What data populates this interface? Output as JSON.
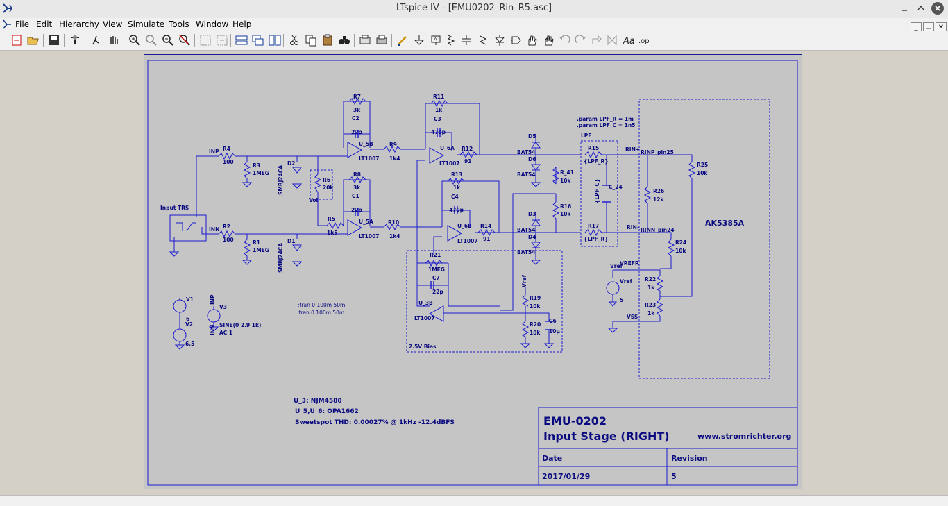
{
  "window": {
    "title": "LTspice IV - [EMU0202_Rin_R5.asc]"
  },
  "menu": [
    {
      "label": "File",
      "u": "F"
    },
    {
      "label": "Edit",
      "u": "E"
    },
    {
      "label": "Hierarchy",
      "u": "H"
    },
    {
      "label": "View",
      "u": "V"
    },
    {
      "label": "Simulate",
      "u": "S"
    },
    {
      "label": "Tools",
      "u": "T"
    },
    {
      "label": "Window",
      "u": "W"
    },
    {
      "label": "Help",
      "u": "H"
    }
  ],
  "colors": {
    "wire": "#1a1ad0",
    "text": "#0a0a80",
    "sheet": "#c5c5c5",
    "frame": "#1a1aa0"
  },
  "toolbar_icons": [
    "new-schematic-icon",
    "open-icon",
    "save-icon",
    "control-panel-icon",
    "run-icon",
    "halt-icon",
    "zoom-in-icon",
    "pan-icon",
    "zoom-out-icon",
    "zoom-fit-icon",
    "autorange-icon",
    "cursor-icon",
    "tile-horizontal-icon",
    "cascade-icon",
    "tile-vertical-icon",
    "cut-icon",
    "copy-icon",
    "paste-icon",
    "find-icon",
    "print-preview-icon",
    "print-icon",
    "draw-wire-icon",
    "ground-icon",
    "label-net-icon",
    "resistor-icon",
    "capacitor-icon",
    "inductor-icon",
    "diode-icon",
    "component-icon",
    "move-icon",
    "drag-icon",
    "undo-icon",
    "redo-icon",
    "rotate-icon",
    "mirror-icon",
    "text-icon",
    "spice-directive-icon"
  ],
  "schematic": {
    "labels": {
      "r7": "R7",
      "r7v": "3k",
      "c2": "C2",
      "c2v": "22p",
      "u5b": "U_5B",
      "lt1007a": "LT1007",
      "r11": "R11",
      "r11v": "1k",
      "c3": "C3",
      "c3v": "470p",
      "u6a": "U_6A",
      "lt1007b": "LT1007",
      "r12": "R12",
      "r12v": "91",
      "r9": "R9",
      "r9v": "1k4",
      "inp": "INP",
      "r4": "R4",
      "r4v": "100",
      "r3": "R3",
      "r3v": "1MEG",
      "d2": "D2",
      "smbj1": "SMBJ24CA",
      "r6": "R6",
      "r6v": "20k",
      "vol": "Vol",
      "r8": "R8",
      "r8v": "3k",
      "c1": "C1",
      "c1v": "22p",
      "u5a": "U_5A",
      "lt1007c": "LT1007",
      "r5": "R5",
      "r5v": "1k5",
      "r10": "R10",
      "r10v": "1k4",
      "r13": "R13",
      "r13v": "1k",
      "c4": "C4",
      "c4v": "470p",
      "u6b": "U_6B",
      "lt1007d": "LT1007",
      "r14": "R14",
      "r14v": "91",
      "inn": "INN",
      "r2": "R2",
      "r2v": "100",
      "r1": "R1",
      "r1v": "1MEG",
      "d1": "D1",
      "smbj2": "SMBJ24CA",
      "inputtrs": "Input TRS",
      "d5": "D5",
      "bat1": "BAT54",
      "d6": "D6",
      "bat2": "BAT54",
      "r41": "R_41",
      "r41v": "10k",
      "r16": "R16",
      "r16v": "10k",
      "d3": "D3",
      "bat3": "BAT54",
      "d4": "D4",
      "bat4": "BAT54",
      "param1": ".param LPF_R = 1m",
      "param2": ".param LPF_C = 1n5",
      "lpf": "LPF",
      "r15": "R15",
      "r15v": "{LPF_R}",
      "c24": "C_24",
      "c24v": "{LPF_C}",
      "r17": "R17",
      "r17v": "{LPF_R}",
      "rinp": "RIN+",
      "rinn": "RIN-",
      "rinp_pin": "RINP_pin25",
      "rinn_pin": "RINN_pin24",
      "r25": "R25",
      "r25v": "10k",
      "r26": "R26",
      "r26v": "12k",
      "r24": "R24",
      "r24v": "10k",
      "ak": "AK5385A",
      "vref": "Vref",
      "vrefr": "VREFR",
      "vrefsrc": "Vref",
      "vrefval": "5",
      "r22": "R22",
      "r22v": "1k",
      "r23": "R23",
      "r23v": "1k",
      "vss": "VSS",
      "r21": "R21",
      "r21v": "1MEG",
      "c7": "C7",
      "c7v": "22p",
      "u3b": "U_3B",
      "lt1007e": "LT1007",
      "vref2": "Vref",
      "r19": "R19",
      "r19v": "10k",
      "r20": "R20",
      "r20v": "10k",
      "c6": "C6",
      "c6v": "10µ",
      "bias": "2.5V Bias",
      "v1": "V1",
      "v1v": "6",
      "v2": "V2",
      "v2v": "6.5",
      "v3": "V3",
      "v3inp": "INP",
      "v3inn": "INN",
      "v3sine": "SINE(0 2.9 1k)",
      "v3ac": "AC 1",
      "tran1": ";tran 0 100m 50m",
      "tran2": ".tran 0 100m 50m",
      "note1": "U_3: NJM4580",
      "note2": "U_5,U_6: OPA1662",
      "note3": "Sweetspot THD: 0.00027% @ 1kHz -12.4dBFS"
    },
    "titleblock": {
      "project": "EMU-0202",
      "name": "Input Stage (RIGHT)",
      "url": "www.stromrichter.org",
      "date_label": "Date",
      "revision_label": "Revision",
      "date": "2017/01/29",
      "revision": "5"
    }
  }
}
